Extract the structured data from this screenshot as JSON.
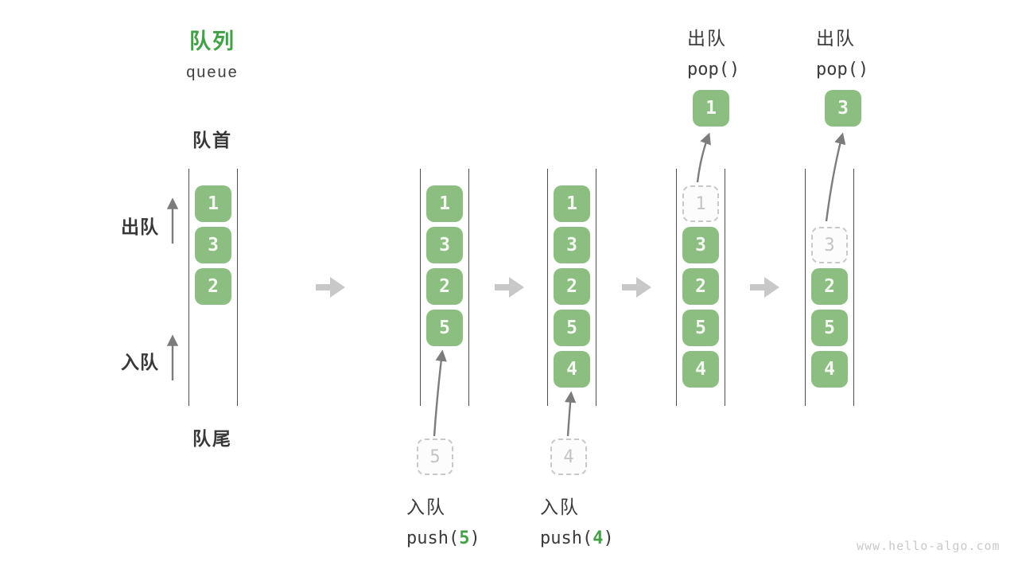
{
  "header": {
    "title_zh": "队列",
    "title_en": "queue"
  },
  "labels": {
    "front": "队首",
    "rear": "队尾",
    "dequeue_side": "出队",
    "enqueue_side": "入队"
  },
  "states": [
    {
      "queue": [
        "1",
        "3",
        "2"
      ]
    },
    {
      "queue": [
        "1",
        "3",
        "2",
        "5"
      ]
    },
    {
      "queue": [
        "1",
        "3",
        "2",
        "5",
        "4"
      ]
    },
    {
      "ghost": "1",
      "queue": [
        "3",
        "2",
        "5",
        "4"
      ]
    },
    {
      "ghost": "3",
      "queue": [
        "2",
        "5",
        "4"
      ]
    }
  ],
  "enqueue_ops": [
    {
      "label": "入队",
      "fn": "push(",
      "arg": "5",
      "close": ")",
      "ghost": "5"
    },
    {
      "label": "入队",
      "fn": "push(",
      "arg": "4",
      "close": ")",
      "ghost": "4"
    }
  ],
  "dequeue_ops": [
    {
      "label": "出队",
      "code": "pop()",
      "popped": "1"
    },
    {
      "label": "出队",
      "code": "pop()",
      "popped": "3"
    }
  ],
  "footer": "www.hello-algo.com",
  "colors": {
    "block-green": "#8CBE82",
    "block-text": "#F5F9F2",
    "accent-green": "#43A047",
    "line-dark": "#4E4E4E",
    "arrow-light": "#C8C8C8",
    "arrow-mid": "#7C7C7C",
    "ghost-border": "#C9C9C9",
    "ghost-text": "#C3C3C3",
    "ghost-bg": "#FCFCFC",
    "text-dark": "#3B3B3B",
    "footer-gray": "#C9C9C9"
  }
}
